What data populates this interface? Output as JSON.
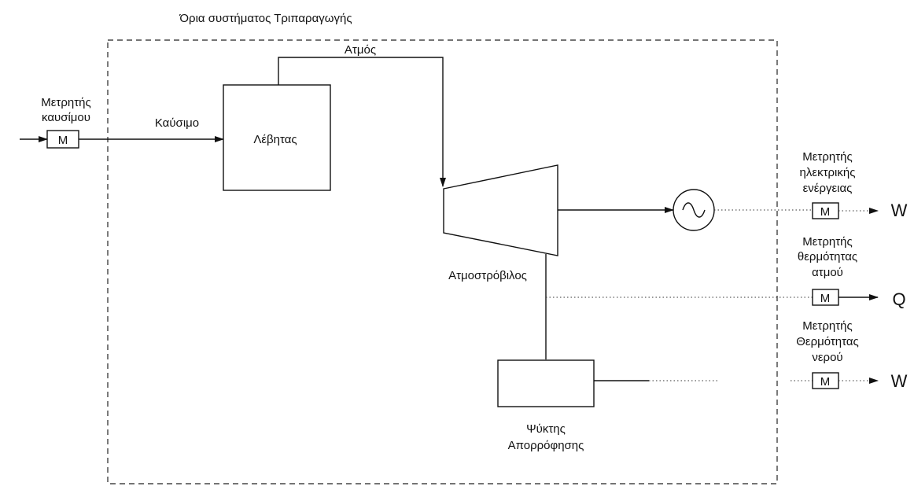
{
  "boundary": {
    "title": "Όρια συστήματος Τριπαραγωγής"
  },
  "components": {
    "boiler": "Λέβητας",
    "turbine": "Ατμοστρόβιλος",
    "chiller_line1": "Ψύκτης",
    "chiller_line2": "Απορρόφησης"
  },
  "flows": {
    "fuel": "Καύσιμο",
    "steam": "Ατμός"
  },
  "meters": {
    "fuel": {
      "line1": "Μετρητής",
      "line2": "καυσίμου",
      "symbol": "M"
    },
    "electric": {
      "line1": "Μετρητής",
      "line2": "ηλεκτρικής",
      "line3": "ενέργειας",
      "symbol": "M"
    },
    "steam_heat": {
      "line1": "Μετρητής",
      "line2": "θερμότητας",
      "line3": "ατμού",
      "symbol": "M"
    },
    "water_heat": {
      "line1": "Μετρητής",
      "line2": "Θερμότητας",
      "line3": "νερού",
      "symbol": "M"
    }
  },
  "outputs": {
    "electric": "W",
    "steam_heat": "Q",
    "water_heat": "W"
  }
}
